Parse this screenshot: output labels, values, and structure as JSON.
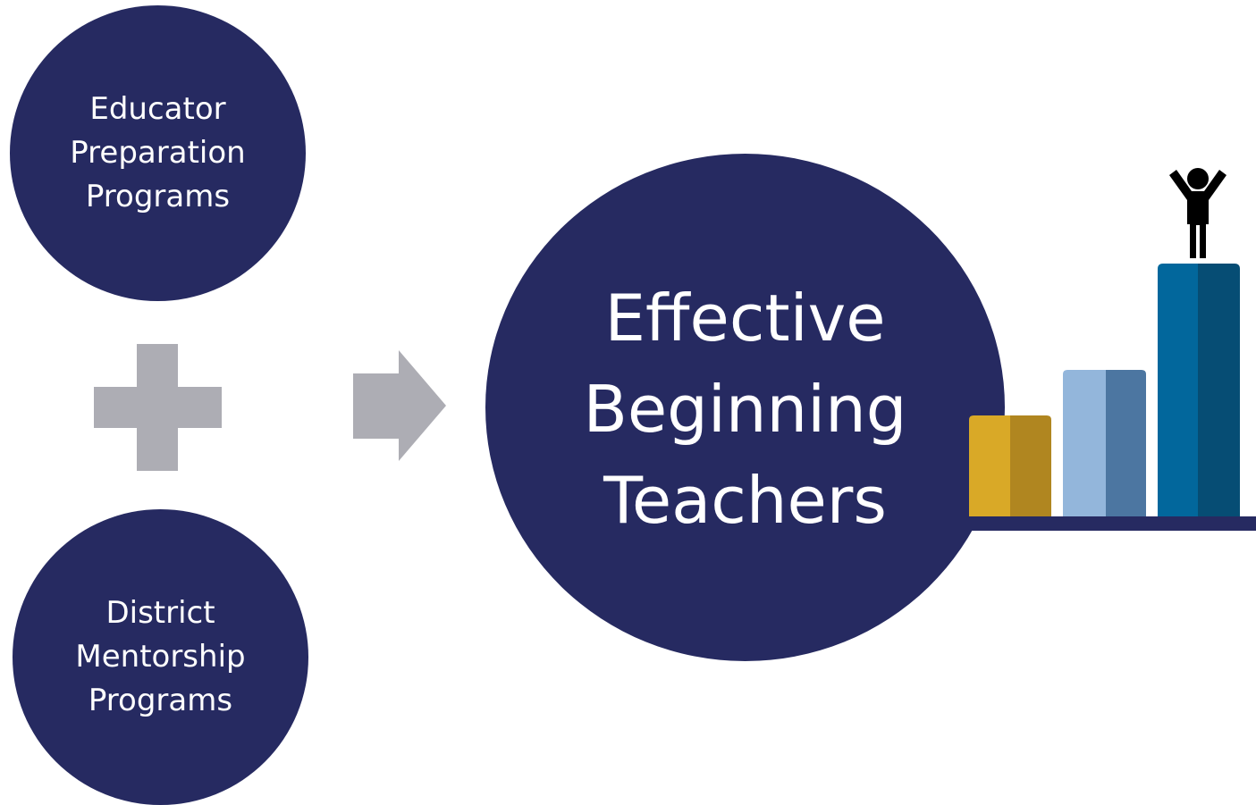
{
  "nodes": {
    "educator_preparation": {
      "lines": [
        "Educator",
        "Preparation",
        "Programs"
      ]
    },
    "district_mentorship": {
      "lines": [
        "District",
        "Mentorship",
        "Programs"
      ]
    },
    "outcome": {
      "lines": [
        "Effective",
        "Beginning",
        "Teachers"
      ]
    }
  },
  "icons": {
    "plus": "plus-icon",
    "arrow": "right-arrow-icon",
    "podium": "podium-bar-graph-icon",
    "person": "celebrating-person-icon"
  },
  "colors": {
    "circle": "#262a61",
    "connector_gray": "#adadb4",
    "bar_gold": "#d9a927",
    "bar_gold_shade": "#b08620",
    "bar_light_blue": "#93b6db",
    "bar_light_blue_shade": "#4c76a1",
    "bar_blue": "#02679c",
    "bar_blue_shade": "#064d74",
    "shelf": "#262a61",
    "person": "#000000"
  }
}
